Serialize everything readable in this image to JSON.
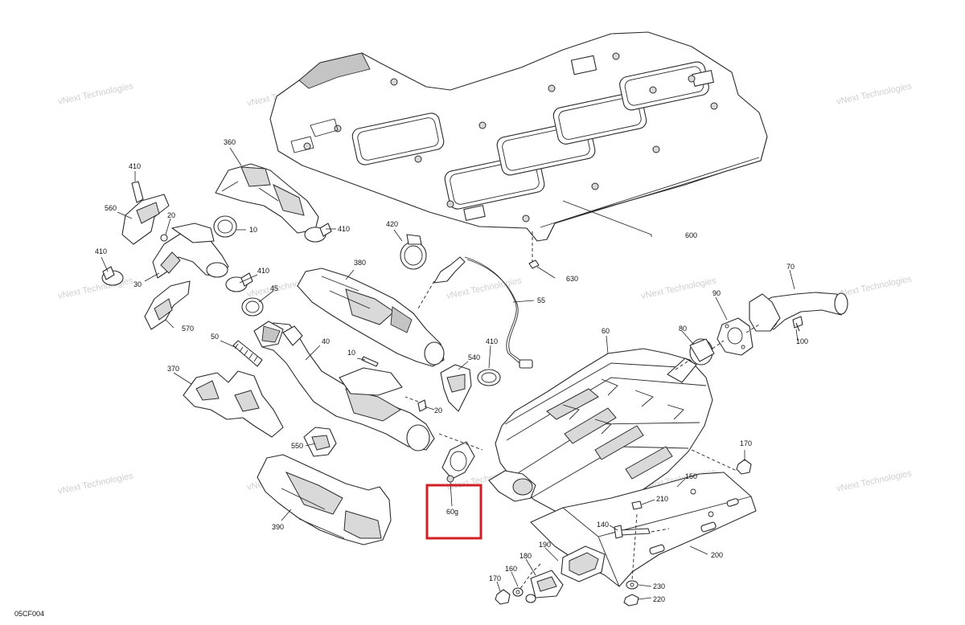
{
  "diagram_ref": "05CF004",
  "watermark_text": "vNext Technologies",
  "highlight_color": "#d21f26",
  "callouts": {
    "c10a": "10",
    "c10b": "10",
    "c20a": "20",
    "c20b": "20",
    "c30": "30",
    "c40": "40",
    "c45": "45",
    "c50": "50",
    "c55": "55",
    "c60": "60",
    "c60g": "60g",
    "c70": "70",
    "c80": "80",
    "c90": "90",
    "c100": "100",
    "c140": "140",
    "c150": "150",
    "c160": "160",
    "c170a": "170",
    "c170b": "170",
    "c180": "180",
    "c190": "190",
    "c200": "200",
    "c210": "210",
    "c220": "220",
    "c230": "230",
    "c360": "360",
    "c370": "370",
    "c380": "380",
    "c390": "390",
    "c410a": "410",
    "c410b": "410",
    "c410c": "410",
    "c410d": "410",
    "c410e": "410",
    "c420": "420",
    "c540": "540",
    "c550": "550",
    "c560": "560",
    "c570": "570",
    "c600": "600",
    "c630": "630"
  }
}
